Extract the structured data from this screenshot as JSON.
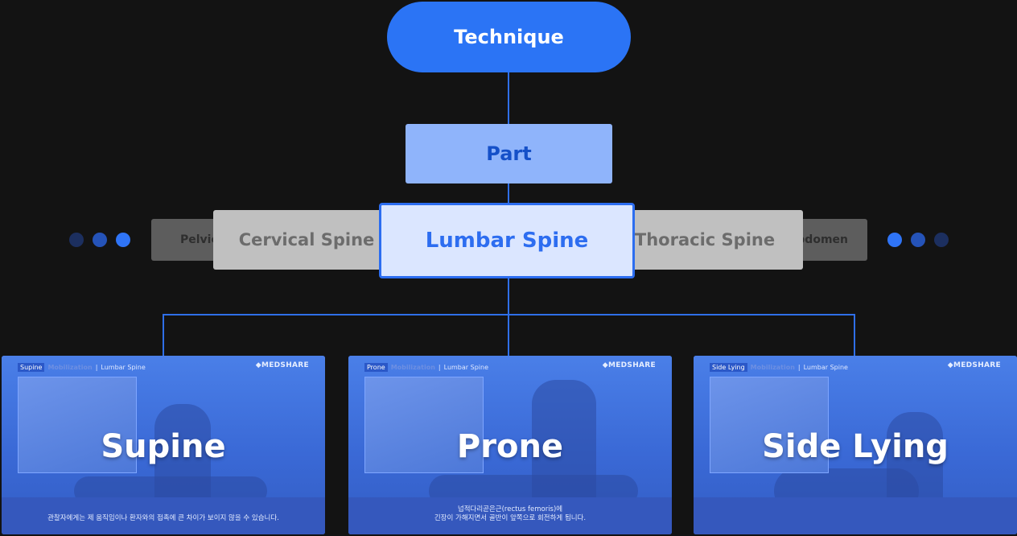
{
  "root": {
    "label": "Technique"
  },
  "level1": {
    "label": "Part"
  },
  "carousel": {
    "far_left": "Pelvic",
    "left": "Cervical Spine",
    "selected": "Lumbar Spine",
    "right": "Thoracic Spine",
    "far_right": "Abdomen"
  },
  "cards": [
    {
      "tag": "Supine",
      "header_mid": "Mobilization",
      "header_part": "Lumbar Spine",
      "logo": "MEDSHARE",
      "title": "Supine",
      "caption_line1": "관찰자에게는 제 움직임이나 환자와의 접촉에 큰 차이가 보이지 않을 수 있습니다.",
      "caption_line2": ""
    },
    {
      "tag": "Prone",
      "header_mid": "Mobilization",
      "header_part": "Lumbar Spine",
      "logo": "MEDSHARE",
      "title": "Prone",
      "caption_line1": "넙적다리곧은근(rectus femoris)에",
      "caption_line2": "긴장이 가해지면서 골반이 앞쪽으로 회전하게 됩니다."
    },
    {
      "tag": "Side Lying",
      "header_mid": "Mobilization",
      "header_part": "Lumbar Spine",
      "logo": "MEDSHARE",
      "title": "Side Lying",
      "caption_line1": "",
      "caption_line2": ""
    }
  ],
  "colors": {
    "accent": "#2b74f5",
    "background": "#131313",
    "part": "#8fb4fb",
    "selected": "#dbe6ff"
  }
}
